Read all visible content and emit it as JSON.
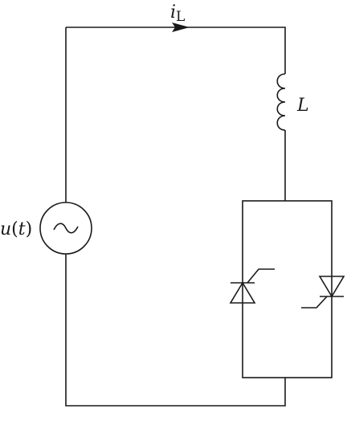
{
  "labels": {
    "current_symbol": "i",
    "current_subscript": "L",
    "inductor": "L",
    "source_u": "u",
    "source_paren_open": "(",
    "source_t": "t",
    "source_paren_close": ")",
    "source_glyph": "~"
  }
}
